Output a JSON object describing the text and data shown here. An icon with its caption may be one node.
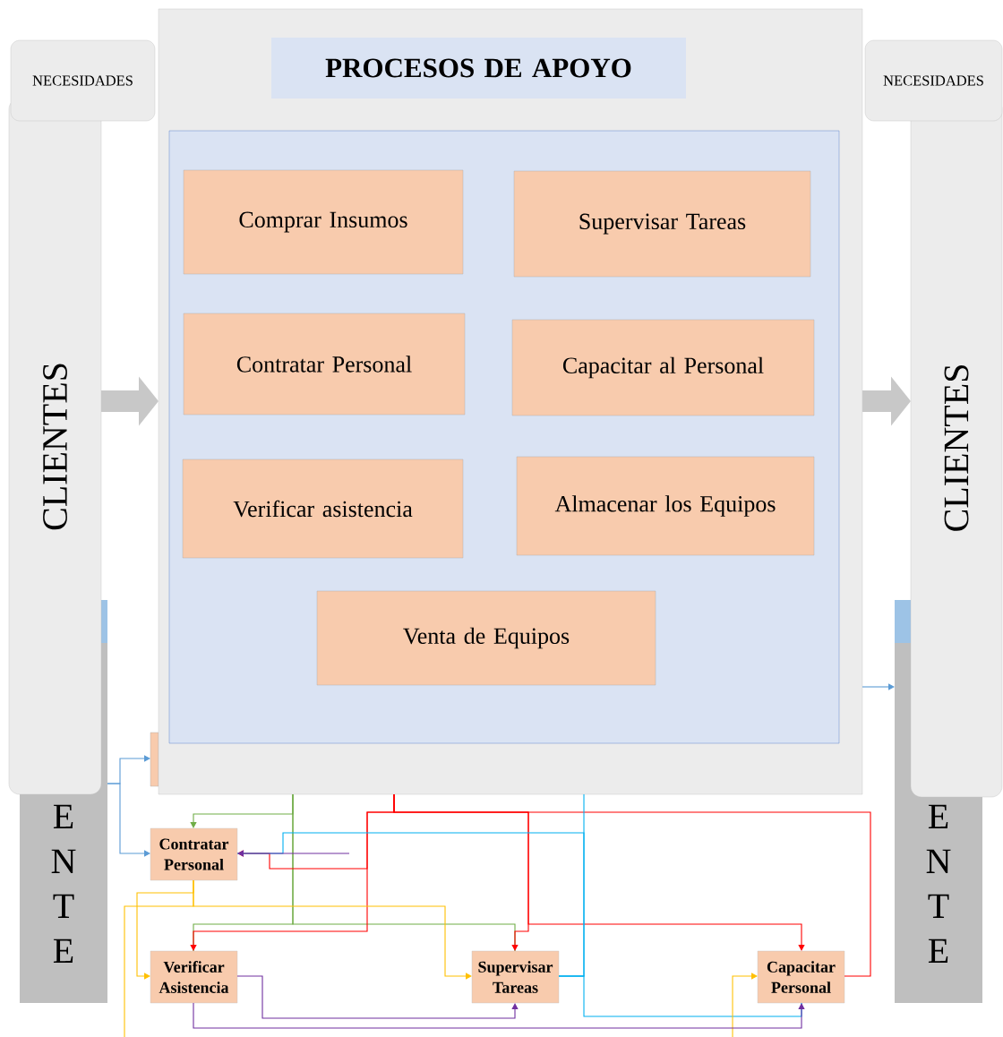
{
  "diagram": {
    "nodes": [
      {
        "text": [],
        "shape": "box"
      },
      {
        "text": [
          "PROCESOS DE APOYO"
        ],
        "in": 0
      },
      {
        "text": [],
        "shape": "box",
        "in": 0
      },
      {
        "text": [
          "Comprar Insumos"
        ],
        "in": 2
      },
      {
        "text": [
          "Supervisar Tareas"
        ],
        "in": 2
      },
      {
        "text": [
          "Contratar Personal"
        ],
        "in": 2
      },
      {
        "text": [
          "Capacitar al Personal"
        ],
        "in": 2
      },
      {
        "text": [
          "Verificar asistencia"
        ],
        "in": 2
      },
      {
        "text": [
          "Almacenar los Equipos"
        ],
        "in": 2
      },
      {
        "text": [
          "Venta de Equipos"
        ],
        "in": 2
      },
      {
        "text": [
          "NECESIDADES"
        ]
      },
      {
        "text": [
          "CLIENTES"
        ]
      },
      {
        "text": [
          "NECESIDADES"
        ]
      },
      {
        "text": [
          "CLIENTES"
        ]
      },
      {
        "text": [
          "E N T E"
        ]
      },
      {
        "text": [
          "E N T E"
        ]
      },
      {
        "text": [],
        "shape": "box"
      },
      {
        "text": [
          "Contratar Personal"
        ]
      },
      {
        "text": [
          "Verificar Asistencia"
        ]
      },
      {
        "text": [
          "Supervisar Tareas"
        ]
      },
      {
        "text": [
          "Capacitar Personal"
        ]
      }
    ],
    "edges": [
      {
        "from": 11,
        "to": 0,
        "arrow": "to",
        "style": "thick",
        "color": "#c8c8c8"
      },
      {
        "from": 0,
        "to": 13,
        "arrow": "to",
        "style": "thick",
        "color": "#c8c8c8"
      },
      {
        "from": 14,
        "to": 16,
        "arrow": "to",
        "color": "#5b9bd5"
      },
      {
        "from": 14,
        "to": 17,
        "arrow": "to",
        "color": "#5b9bd5"
      },
      {
        "from": 0,
        "to": 15,
        "arrow": "to",
        "color": "#5b9bd5"
      },
      {
        "from": 0,
        "to": 17,
        "arrow": "to",
        "color": "#70ad47"
      },
      {
        "from": 0,
        "to": 18,
        "arrow": "none",
        "color": "#70ad47"
      },
      {
        "from": 0,
        "to": 19,
        "arrow": "none",
        "color": "#70ad47"
      },
      {
        "from": 0,
        "to": 17,
        "arrow": "to",
        "color": "#ff0000"
      },
      {
        "from": 0,
        "to": 18,
        "arrow": "to",
        "color": "#ff0000"
      },
      {
        "from": 0,
        "to": 19,
        "arrow": "to",
        "color": "#ff0000"
      },
      {
        "from": 0,
        "to": 20,
        "arrow": "to",
        "color": "#ff0000"
      },
      {
        "from": 20,
        "to": 0,
        "arrow": "none",
        "color": "#ff0000"
      },
      {
        "from": 19,
        "to": 0,
        "arrow": "none",
        "color": "#00b0f0"
      },
      {
        "from": 19,
        "to": 20,
        "arrow": "none",
        "color": "#00b0f0"
      },
      {
        "from": 19,
        "to": 17,
        "arrow": "none",
        "color": "#00b0f0"
      },
      {
        "from": 17,
        "to": 19,
        "arrow": "to",
        "color": "#ffc000"
      },
      {
        "from": 17,
        "to": 18,
        "arrow": "to",
        "color": "#ffc000"
      },
      {
        "from": 17,
        "to": null,
        "arrow": "none",
        "color": "#ffc000"
      },
      {
        "from": null,
        "to": 20,
        "arrow": "to",
        "color": "#ffc000"
      },
      {
        "from": 18,
        "to": 19,
        "arrow": "to",
        "color": "#7030a0"
      },
      {
        "from": 18,
        "to": 20,
        "arrow": "to",
        "color": "#7030a0"
      },
      {
        "from": null,
        "to": 17,
        "arrow": "to",
        "color": "#7030a0"
      }
    ]
  }
}
